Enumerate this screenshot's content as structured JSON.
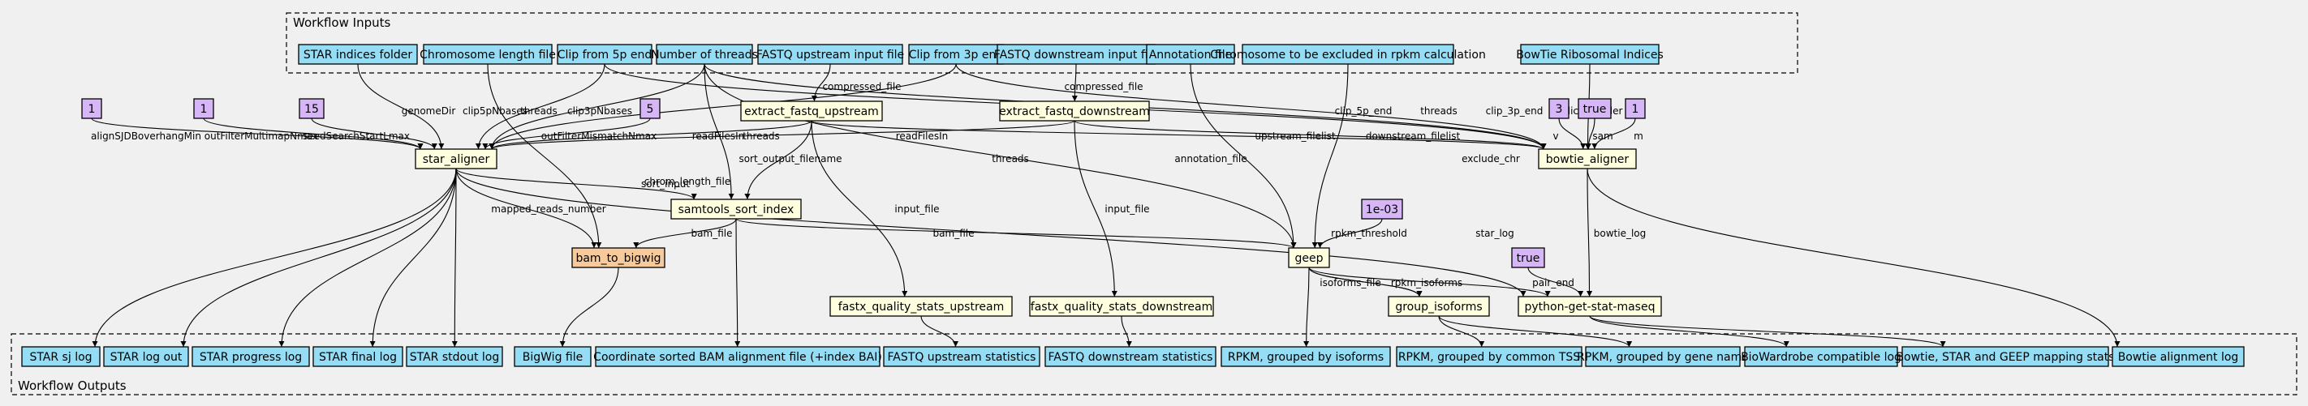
{
  "diagram": {
    "colors": {
      "input": "#94ddf4",
      "output": "#94ddf4",
      "step": "#ffffe0",
      "special_step": "#f7ca9b",
      "param": "#d7b6f8",
      "background": "#f0f0f0"
    },
    "clusters": {
      "inputs": "Workflow Inputs",
      "outputs": "Workflow Outputs"
    },
    "inputs": [
      "STAR indices folder",
      "Chromosome length file",
      "Clip from 5p end",
      "Number of threads",
      "FASTQ upstream input file",
      "Clip from 3p end",
      "FASTQ downstream input file",
      "Annotation file",
      "Chromosome to be excluded in rpkm calculation",
      "BowTie Ribosomal Indices"
    ],
    "params": [
      "1",
      "1",
      "15",
      "5",
      "3",
      "true",
      "1",
      "1e-03",
      "true"
    ],
    "steps": [
      "extract_fastq_upstream",
      "extract_fastq_downstream",
      "star_aligner",
      "bowtie_aligner",
      "samtools_sort_index",
      "bam_to_bigwig",
      "geep",
      "group_isoforms",
      "python-get-stat-maseq",
      "fastx_quality_stats_upstream",
      "fastx_quality_stats_downstream"
    ],
    "outputs": [
      "STAR sj log",
      "STAR log out",
      "STAR progress log",
      "STAR final log",
      "STAR stdout log",
      "BigWig file",
      "Coordinate sorted BAM alignment file (+index BAI)",
      "FASTQ upstream statistics",
      "FASTQ downstream statistics",
      "RPKM, grouped by isoforms",
      "RPKM, grouped by common TSS",
      "RPKM, grouped by gene name",
      "BioWardrobe compatible log",
      "Bowtie, STAR and GEEP mapping stats",
      "Bowtie alignment log"
    ],
    "edge_labels": [
      "compressed_file",
      "compressed_file",
      "genomeDir",
      "clip5pNbases",
      "threads",
      "clip3pNbases",
      "alignSJDBoverhangMin",
      "outFilterMultimapNmax",
      "seedSearchStartLmax",
      "outFilterMismatchNmax",
      "readFilesIn",
      "readFilesIn",
      "chrom_length_file",
      "threads",
      "threads",
      "clip_5p_end",
      "threads",
      "clip_3p_end",
      "indices_folder",
      "upstream_filelist",
      "downstream_filelist",
      "v",
      "sam",
      "m",
      "annotation_file",
      "exclude_chr",
      "sort_input",
      "sort_output_filename",
      "mapped_reads_number",
      "bam_file",
      "bam_file",
      "input_file",
      "input_file",
      "star_log",
      "bowtie_log",
      "rpkm_threshold",
      "isoforms_file",
      "rpkm_isoforms",
      "pair_end"
    ]
  }
}
